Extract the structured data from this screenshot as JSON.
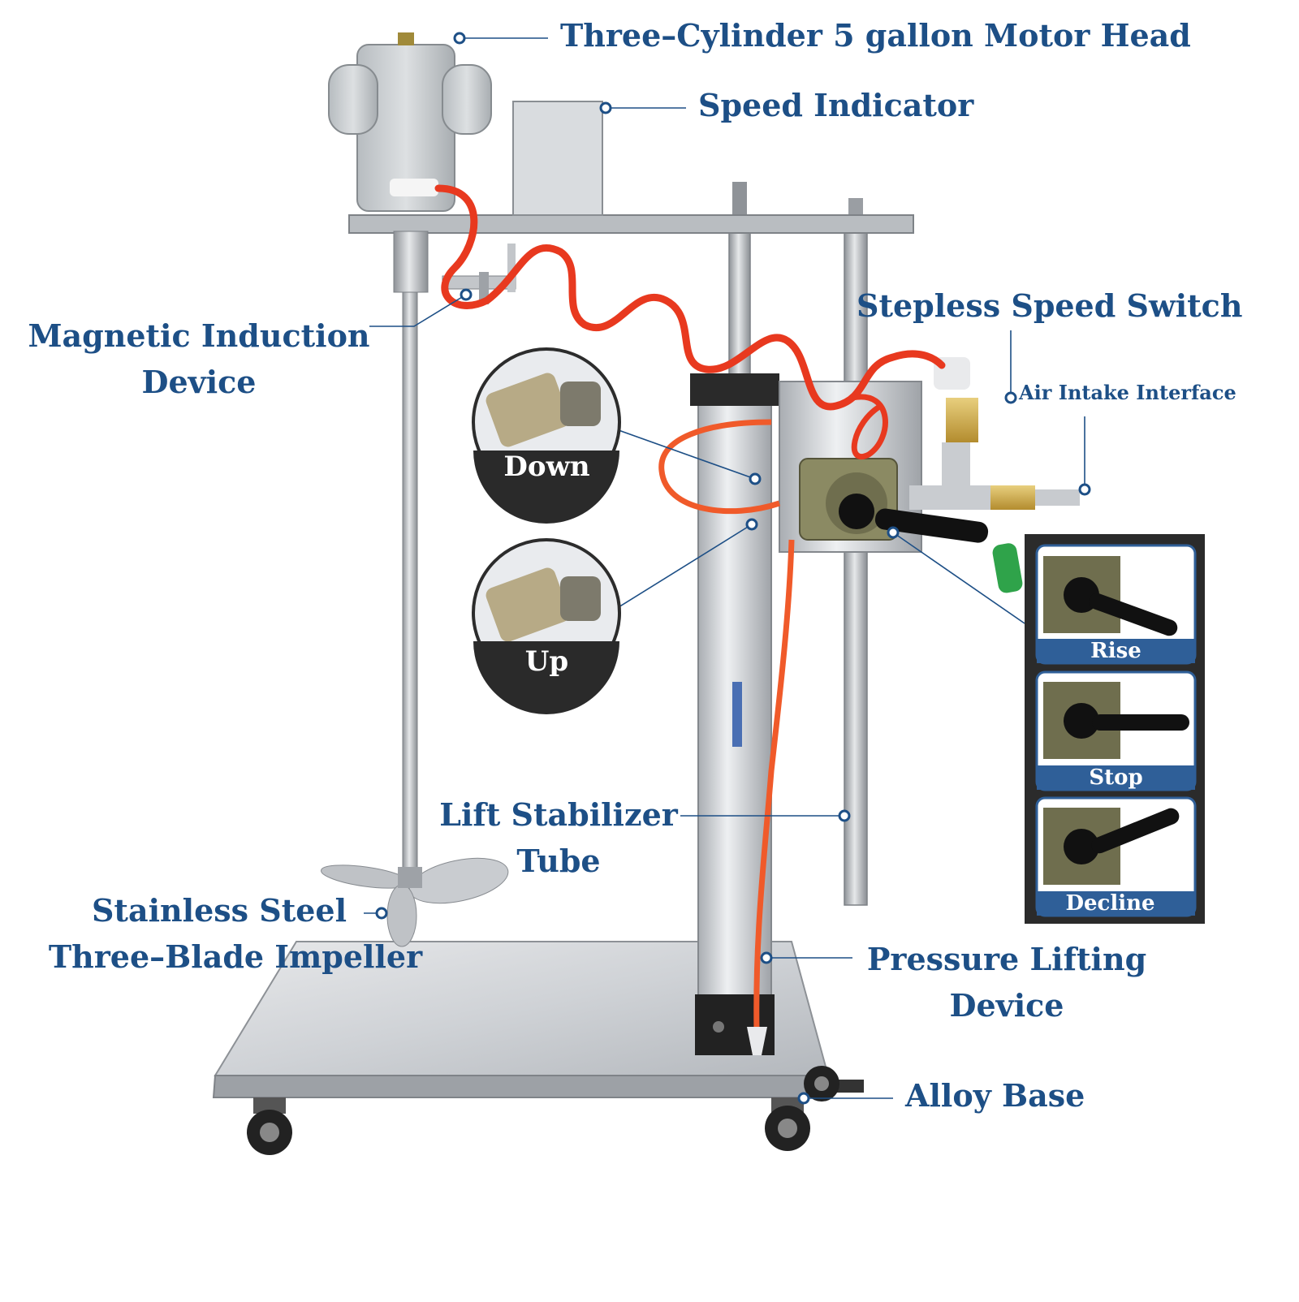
{
  "labels": {
    "motor_head": "Three–Cylinder 5 gallon Motor Head",
    "speed_indicator": "Speed Indicator",
    "stepless_switch": "Stepless Speed Switch",
    "air_intake": "Air Intake Interface",
    "magnetic_line1": "Magnetic Induction",
    "magnetic_line2": "Device",
    "lift_line1": "Lift Stabilizer",
    "lift_line2": "Tube",
    "impeller_line1": "Stainless Steel",
    "impeller_line2": "Three–Blade Impeller",
    "pressure_line1": "Pressure Lifting",
    "pressure_line2": "Device",
    "alloy_base": "Alloy Base"
  },
  "callouts": {
    "down": "Down",
    "up": "Up"
  },
  "switch_panel": [
    {
      "caption": "Rise"
    },
    {
      "caption": "Stop"
    },
    {
      "caption": "Decline"
    }
  ],
  "colors": {
    "label_blue": "#1d4f86",
    "hose_red": "#e8391f",
    "steel": "#c9ccd1",
    "panel_bg": "#2b2b2b",
    "caption_blue": "#2f5f98"
  }
}
